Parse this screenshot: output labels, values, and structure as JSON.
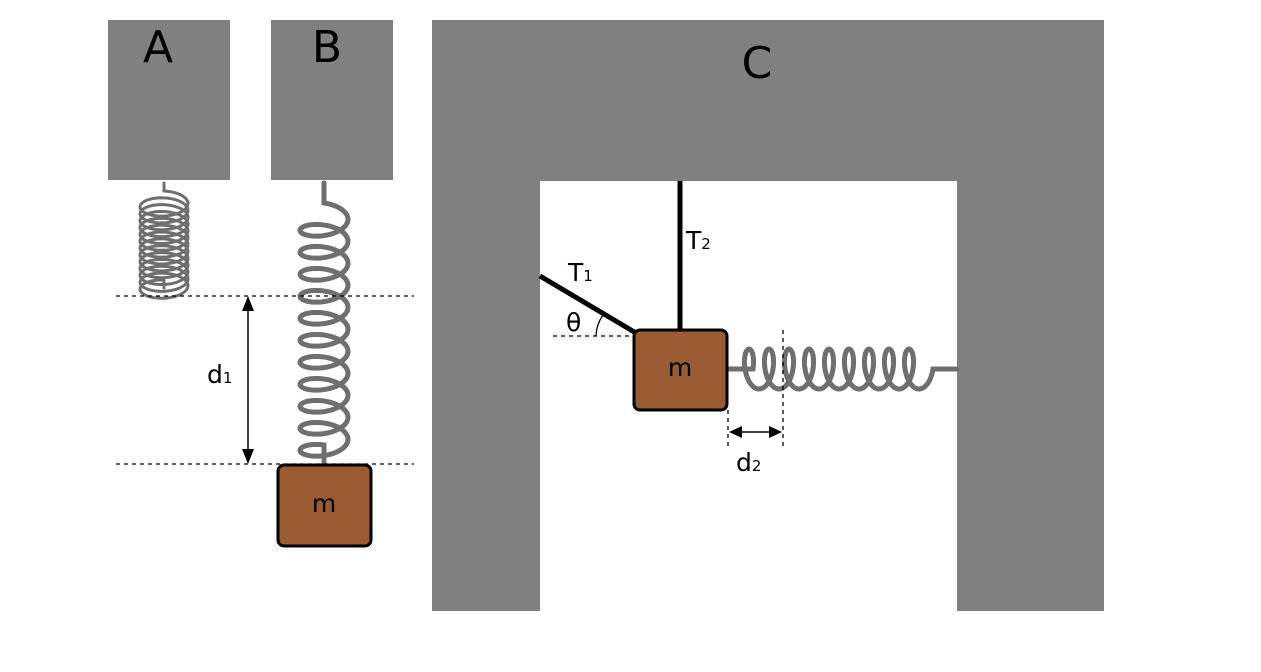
{
  "panels": {
    "a": {
      "label": "A"
    },
    "b": {
      "label": "B"
    },
    "c": {
      "label": "C"
    }
  },
  "labels": {
    "mass_b": "m",
    "mass_c": "m",
    "d1_main": "d",
    "d1_sub": "1",
    "d2_main": "d",
    "d2_sub": "2",
    "t1_main": "T",
    "t1_sub": "1",
    "t2_main": "T",
    "t2_sub": "2",
    "theta": "θ"
  },
  "colors": {
    "support": "#808080",
    "mass_fill": "#9a5a32",
    "spring": "#6f6f6f",
    "line": "#000000",
    "background": "#ffffff"
  }
}
